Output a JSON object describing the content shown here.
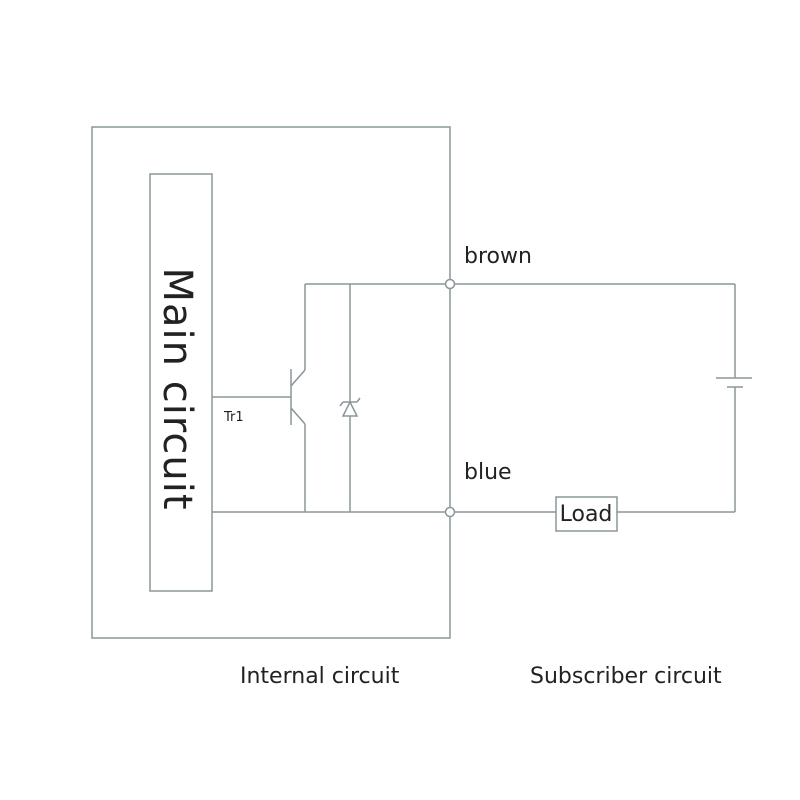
{
  "diagram": {
    "main_circuit_label": "Main circuit",
    "transistor_label": "Tr1",
    "brown_label": "brown",
    "blue_label": "blue",
    "load_label": "Load",
    "internal_label": "Internal circuit",
    "subscriber_label": "Subscriber circuit"
  }
}
